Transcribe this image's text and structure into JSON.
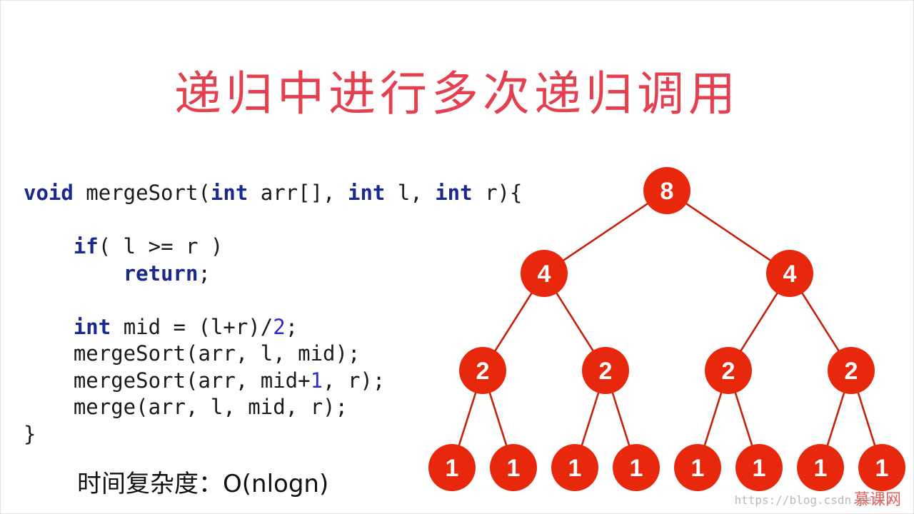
{
  "title": "递归中进行多次递归调用",
  "code": {
    "line1": {
      "kw1": "void",
      "t1": " mergeSort(",
      "kw2": "int",
      "t2": " arr[], ",
      "kw3": "int",
      "t3": " l, ",
      "kw4": "int",
      "t4": " r){"
    },
    "line2": {
      "kw": "if",
      "t": "( l >= r )"
    },
    "line3": {
      "kw": "return",
      "t": ";"
    },
    "line4": {
      "kw": "int",
      "t": " mid = (l+r)/",
      "num": "2",
      "t2": ";"
    },
    "line5": "mergeSort(arr, l, mid);",
    "line6": {
      "t1": "mergeSort(arr, mid+",
      "num": "1",
      "t2": ", r);"
    },
    "line7": "merge(arr, l, mid, r);",
    "line8": "}"
  },
  "complexity": "时间复杂度：O(nlogn)",
  "tree": {
    "colors": {
      "node": "#e8280c",
      "edge": "#c7210a",
      "label": "#ffffff"
    },
    "levels": [
      [
        "8"
      ],
      [
        "4",
        "4"
      ],
      [
        "2",
        "2",
        "2",
        "2"
      ],
      [
        "1",
        "1",
        "1",
        "1",
        "1",
        "1",
        "1",
        "1"
      ]
    ]
  },
  "watermark": "https://blog.csdn.net/z",
  "logo": "慕课网"
}
